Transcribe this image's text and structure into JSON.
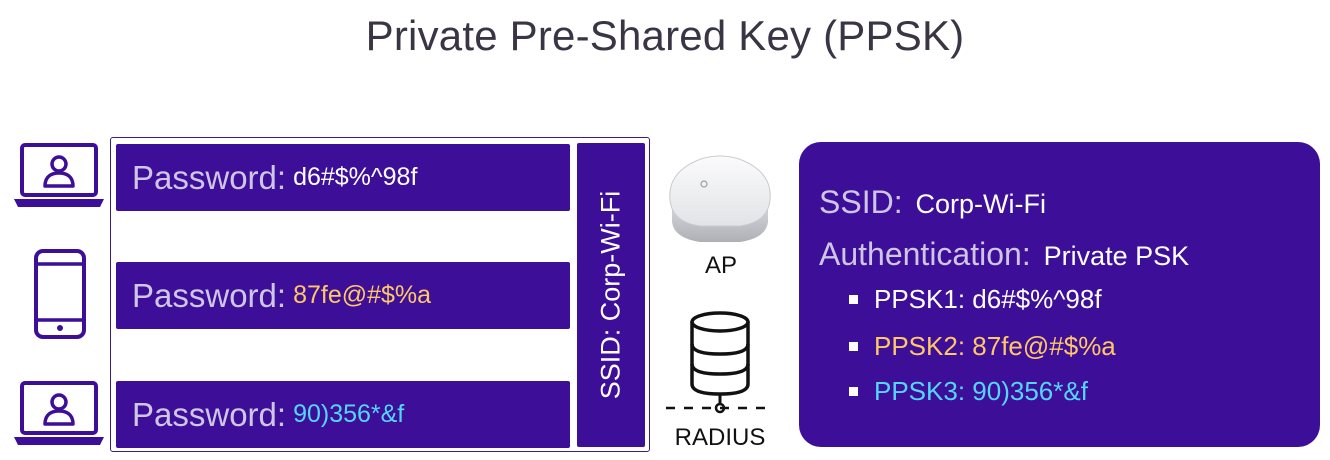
{
  "title": "Private Pre-Shared Key (PPSK)",
  "colors": {
    "box_fill": "#3d0f99",
    "label_gray": "#cfc6e4",
    "key_white": "#ffffff",
    "key_orange": "#ffc766",
    "key_cyan": "#54d6ff"
  },
  "devices": [
    {
      "icon": "laptop-user-icon",
      "password_label": "Password:",
      "password_value": "d6#$%^98f",
      "color": "#ffffff"
    },
    {
      "icon": "smartphone-icon",
      "password_label": "Password:",
      "password_value": "87fe@#$%a",
      "color": "#ffc766"
    },
    {
      "icon": "laptop-user-icon",
      "password_label": "Password:",
      "password_value": "90)356*&f",
      "color": "#54d6ff"
    }
  ],
  "ssid_vertical": "SSID: Corp-Wi-Fi",
  "ap_label": "AP",
  "radius_label": "RADIUS",
  "panel": {
    "ssid_label": "SSID:",
    "ssid_value": "Corp-Wi-Fi",
    "auth_label": "Authentication:",
    "auth_value": "Private PSK",
    "keys": [
      {
        "text": "PPSK1: d6#$%^98f",
        "color": "#ffffff"
      },
      {
        "text": "PPSK2: 87fe@#$%a",
        "color": "#ffc766"
      },
      {
        "text": "PPSK3: 90)356*&f",
        "color": "#54d6ff"
      }
    ]
  }
}
